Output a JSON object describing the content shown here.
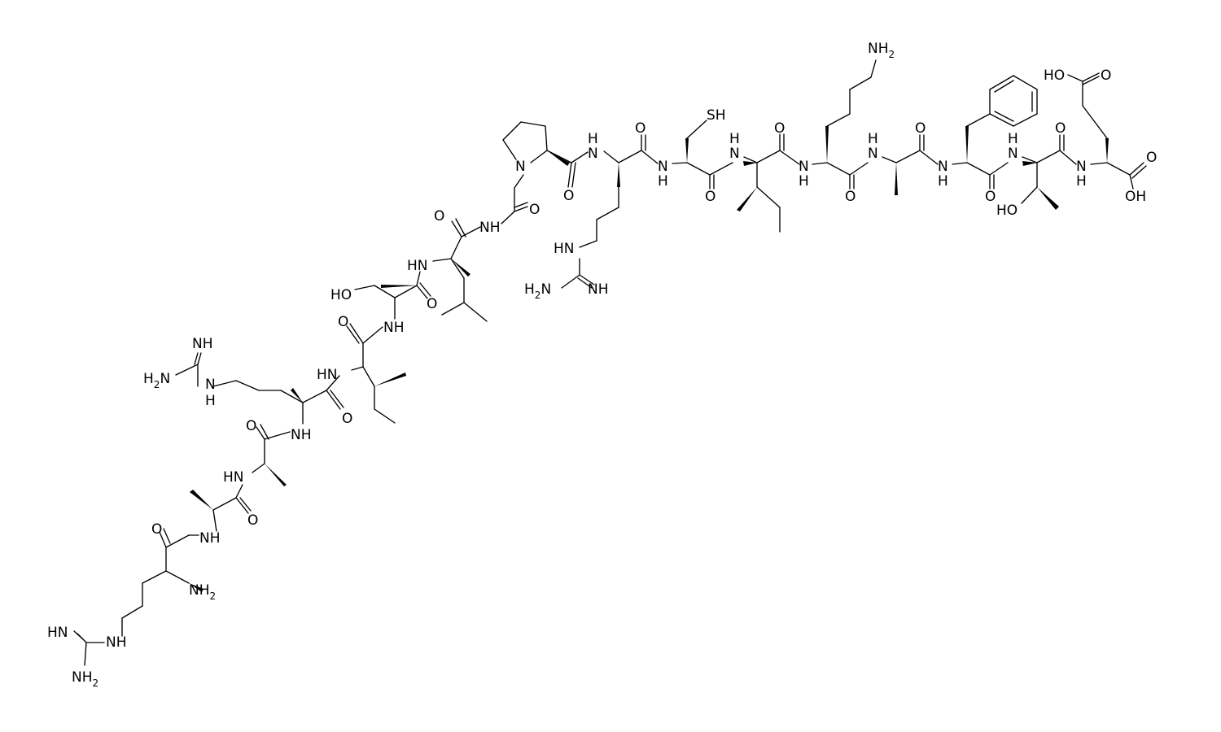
{
  "diagram": {
    "type": "chemical-structure",
    "background": "#ffffff",
    "ink": "#000000"
  },
  "atoms": {
    "nh": "NH",
    "hn": "HN",
    "n": "N",
    "h": "H",
    "o": "O",
    "ho": "HO",
    "oh": "OH",
    "sh": "SH",
    "nh2_main": "NH",
    "nh2_sub": "2",
    "h2n_h": "H",
    "h2n_sub": "2",
    "h2n_n": "N"
  }
}
